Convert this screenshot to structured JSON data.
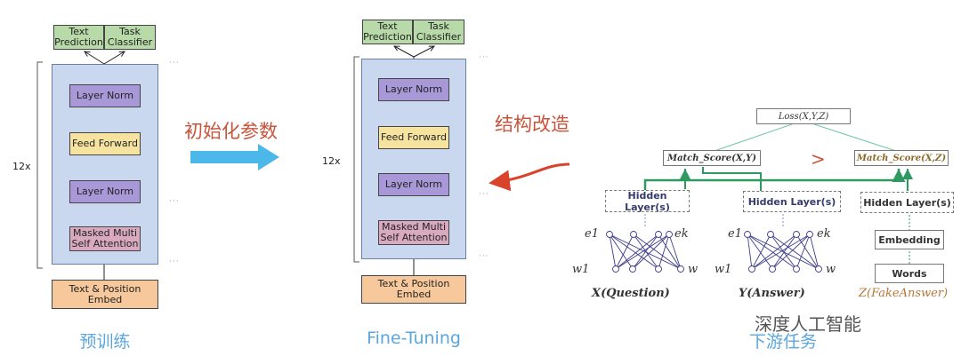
{
  "left": {
    "layers_label": "12x",
    "text_prediction": "Text Prediction",
    "task_classifier": "Task Classifier",
    "layer_norm_top": "Layer Norm",
    "feed_forward": "Feed Forward",
    "layer_norm_bottom": "Layer Norm",
    "masked_attention": "Masked Multi Self Attention",
    "embed": "Text & Position Embed",
    "caption": "预训练"
  },
  "middle": {
    "layers_label": "12x",
    "text_prediction": "Text Prediction",
    "task_classifier": "Task Classifier",
    "layer_norm_top": "Layer Norm",
    "feed_forward": "Feed Forward",
    "layer_norm_bottom": "Layer Norm",
    "masked_attention": "Masked Multi Self Attention",
    "embed": "Text & Position Embed",
    "caption": "Fine-Tuning"
  },
  "arrows": {
    "init_params": "初始化参数",
    "structure_change": "结构改造"
  },
  "right": {
    "loss": "Loss(X,Y,Z)",
    "match_xy": "Match_Score(X,Y)",
    "greater": ">",
    "match_xz": "Match_Score(X,Z)",
    "hidden_1": "Hidden Layer(s)",
    "hidden_2": "Hidden Layer(s)",
    "hidden_3": "Hidden Layer(s)",
    "embedding": "Embedding",
    "words": "Words",
    "x_label": "X(Question)",
    "y_label": "Y(Answer)",
    "z_label": "Z(FakeAnswer)",
    "e1": "e1",
    "ek": "ek",
    "w1": "w1",
    "w": "w",
    "e1b": "e1",
    "ekb": "ek",
    "w1b": "w1",
    "wb": "w",
    "caption": "下游任务"
  },
  "watermark": "深度人工智能",
  "colors": {
    "arrow_blue": "#4cb8ea",
    "arrow_red": "#d9432b",
    "caption_blue": "#5aa7df",
    "green_line": "#2e9a62"
  }
}
